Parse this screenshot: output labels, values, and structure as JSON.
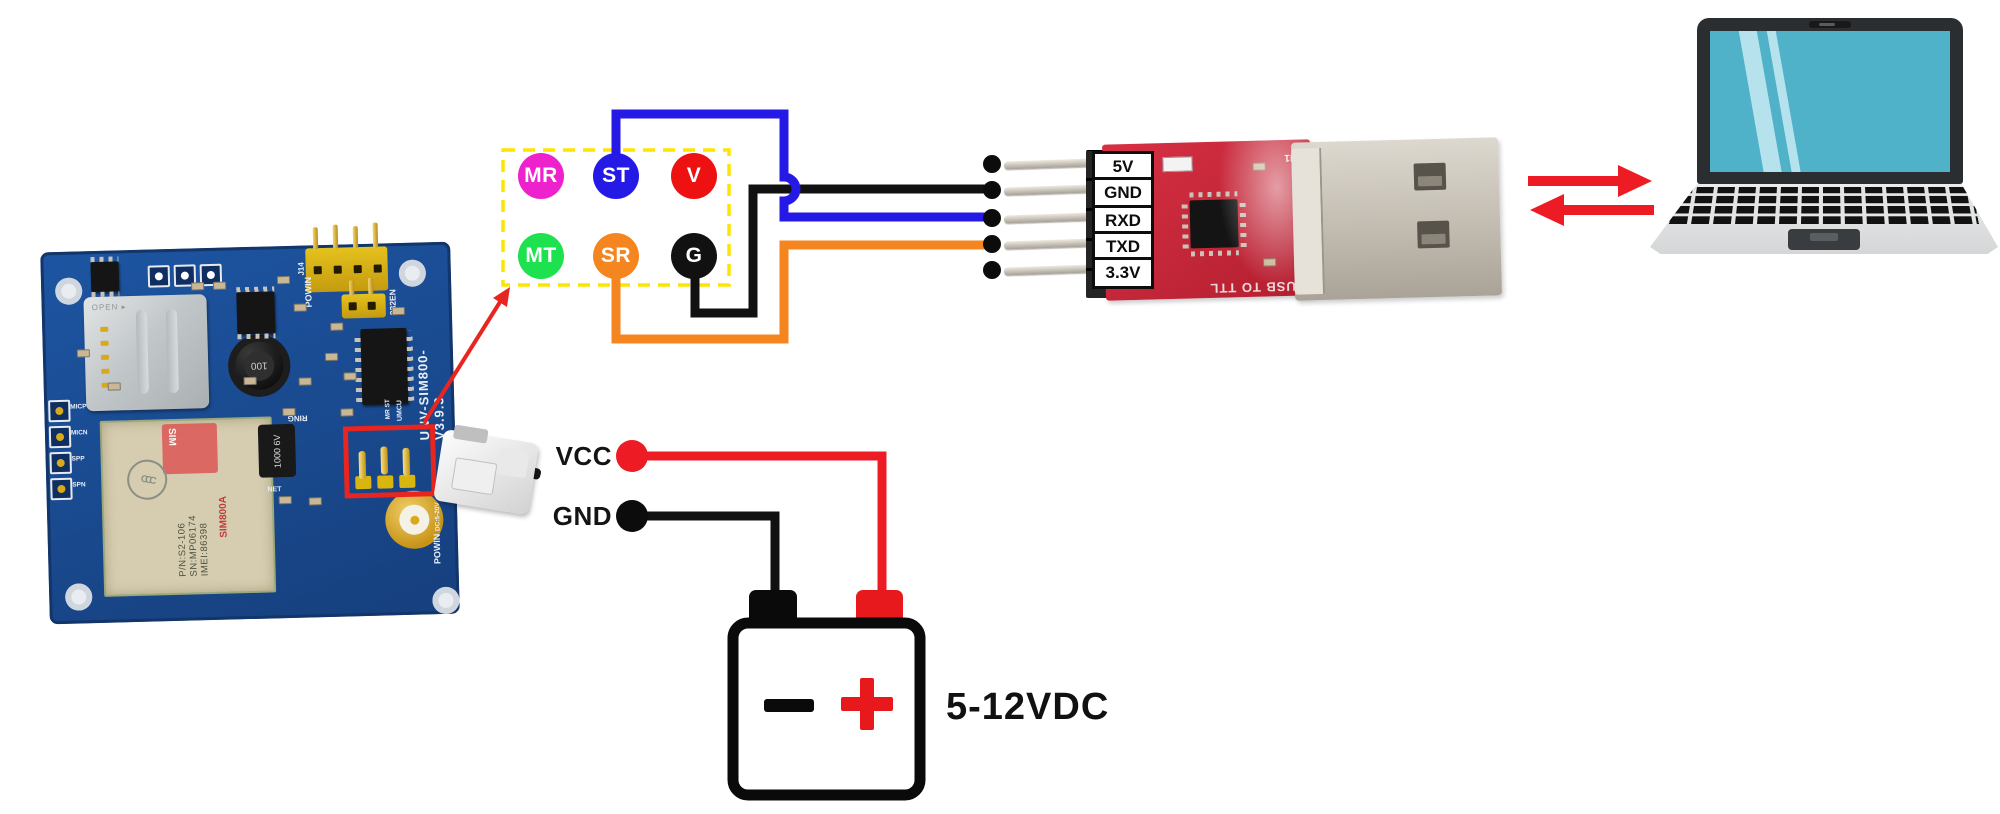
{
  "diagram": {
    "type": "wiring-diagram",
    "background": "#ffffff"
  },
  "pinout_box": {
    "border_color": "#ffe400",
    "pins": [
      {
        "label": "MR",
        "color": "#ee22cc",
        "row": 0,
        "col": 0
      },
      {
        "label": "ST",
        "color": "#2519e6",
        "row": 0,
        "col": 1
      },
      {
        "label": "V",
        "color": "#ee1111",
        "row": 0,
        "col": 2
      },
      {
        "label": "MT",
        "color": "#1ee14f",
        "row": 1,
        "col": 0
      },
      {
        "label": "SR",
        "color": "#f5861f",
        "row": 1,
        "col": 1
      },
      {
        "label": "G",
        "color": "#111111",
        "row": 1,
        "col": 2
      }
    ]
  },
  "usb_ttl_adapter": {
    "pin_labels": [
      "5V",
      "GND",
      "RXD",
      "TXD",
      "3.3V"
    ],
    "board_text": "USB TO TTL",
    "board_marking": "M1",
    "board_color": "#cb2738"
  },
  "wires": [
    {
      "from": "ST",
      "to": "RXD",
      "color": "#2519e6"
    },
    {
      "from": "G",
      "to": "GND",
      "color": "#111111"
    },
    {
      "from": "SR",
      "to": "TXD",
      "color": "#f5861f"
    },
    {
      "from": "VCC",
      "to": "battery +",
      "color": "#ed1c24"
    },
    {
      "from": "GND",
      "to": "battery −",
      "color": "#111111"
    }
  ],
  "power": {
    "vcc_label": "VCC",
    "gnd_label": "GND",
    "battery_voltage": "5-12VDC",
    "minus_symbol": "−",
    "plus_symbol": "+"
  },
  "gsm_board": {
    "side_silkscreen": "UNV-SIM800-V3.9.3",
    "module_name": "SIM800A",
    "module_logo": "SIM",
    "cert_mark": "CCC",
    "module_lines": [
      "P/N:S2-106",
      "SN:MP06174",
      "IMEI:86398"
    ],
    "inductor_marking": "100",
    "capacitor_marking": "1000 6V",
    "sim_slot_marking": "OPEN",
    "refs": {
      "j14": "J14",
      "powin": "POWIN",
      "en232": "232EN",
      "ring": "RING",
      "umcu": "UMCU",
      "mr_st": "MR ST",
      "net": "NET",
      "dc_range": "DC:5-20V",
      "left_pads": [
        "MICP",
        "MICN",
        "SPP",
        "SPN"
      ]
    }
  },
  "laptop": {
    "screen_color": "#4fb2c8"
  },
  "arrows": {
    "color": "#ed1c24"
  }
}
